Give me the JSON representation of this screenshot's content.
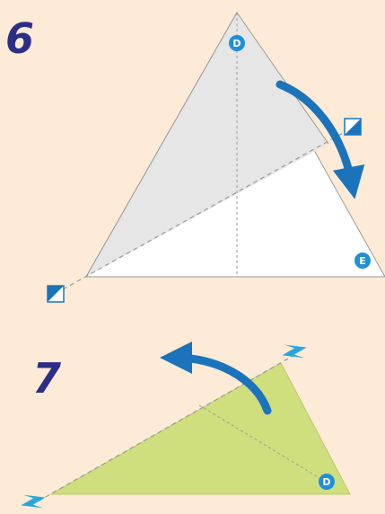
{
  "steps": [
    {
      "number": "6",
      "labels": {
        "top_point": "D",
        "right_corner": "E"
      }
    },
    {
      "number": "7",
      "labels": {
        "corner": "D"
      }
    }
  ],
  "colors": {
    "background": "#fdebd7",
    "paper_white": "#ffffff",
    "paper_grey": "#e6e6e6",
    "paper_green": "#d0df7e",
    "arrow_blue": "#1b74bb",
    "step_number": "#2c2f86",
    "badge_blue": "#1f8fd6",
    "symbol_blue": "#27a7e0"
  },
  "icons": {
    "fold_arrow": "curved-fold-arrow-icon",
    "valley_fold_marker": "half-filled-square-marker-icon",
    "unfold_marker": "lightning-bolt-marker-icon"
  }
}
